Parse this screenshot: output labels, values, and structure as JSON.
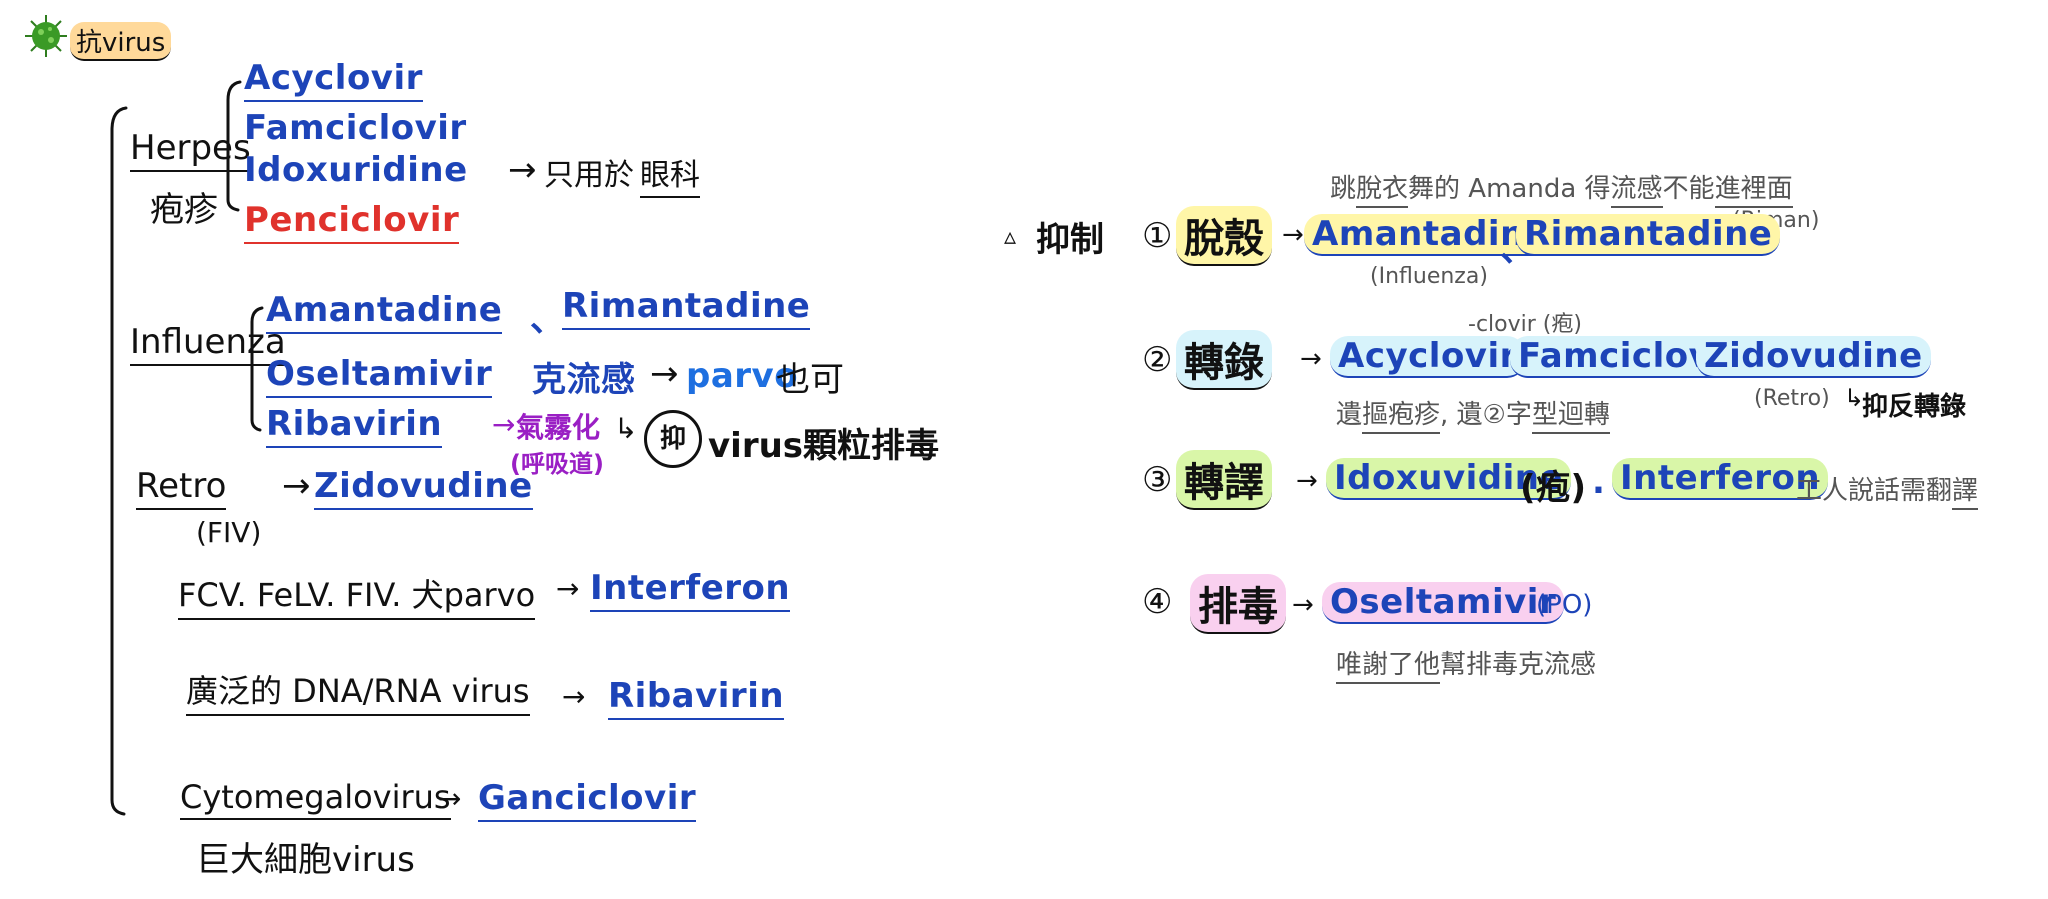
{
  "title": {
    "icon": "virus-icon",
    "text": "抗virus"
  },
  "left": {
    "herpes": {
      "name": "Herpes",
      "cn": "疱疹",
      "drugs": [
        "Acyclovir",
        "Famciclovir",
        "Idoxuridine",
        "Penciclovir"
      ],
      "idox_note": "只用於",
      "idox_note_ul": "眼科"
    },
    "influenza": {
      "name": "Influenza",
      "d1": "Amantadine",
      "sep": "、",
      "d2": "Rimantadine",
      "d3": "Oseltamivir",
      "d3_cn": "克流感",
      "parvo": "parvo",
      "parvo_note": "也可",
      "d4": "Ribavirin",
      "d4_note": "氣霧化",
      "d4_note2": "(呼吸道)",
      "circle": "抑",
      "circle_note": "virus顆粒排毒"
    },
    "retro": {
      "name": "Retro",
      "sub": "(FIV)",
      "drug": "Zidovudine"
    },
    "fcv": {
      "name": "FCV. FeLV. FIV. 犬parvo",
      "drug": "Interferon"
    },
    "broad": {
      "name": "廣泛的 DNA/RNA virus",
      "drug": "Ribavirin"
    },
    "cmv": {
      "name": "Cytomegalovirus",
      "cn": "巨大細胞virus",
      "drug": "Ganciclovir"
    }
  },
  "right": {
    "header": "抑制",
    "top_note_pre": "跳",
    "top_note_u1": "脫衣",
    "top_note_mid": "舞的 Amanda 得",
    "top_note_u2": "流感",
    "top_note_mid2": "不能",
    "top_note_u3": "進裡面",
    "riman": "(Riman)",
    "s1": {
      "num": "①",
      "name": "脫殼",
      "d1": "Amantadine",
      "d1_sub": "(Influenza)",
      "sep": "、",
      "d2": "Rimantadine"
    },
    "s2": {
      "num": "②",
      "name": "轉錄",
      "clovir": "-clovir (疱)",
      "d1": "Acyclovir",
      "d2": "Famciclovir",
      "d3": "Zidovudine",
      "d3_sub": "(Retro)",
      "d3_note": "抑反轉錄",
      "note_pre": "遺",
      "note_u1": "摳疱疹",
      "note_mid": ", 遺②字",
      "note_u2": "型迴轉"
    },
    "s3": {
      "num": "③",
      "name": "轉譯",
      "d1": "Idoxuvidine",
      "d1_cn": "(疱)",
      "d2": "Interferon",
      "note": "工人說話需翻",
      "note_u": "譯"
    },
    "s4": {
      "num": "④",
      "name": "排毒",
      "d1": "Oseltamivir",
      "d1_sub": "(PO)",
      "note_u": "唯謝了他",
      "note": "幫排毒克流感"
    }
  }
}
